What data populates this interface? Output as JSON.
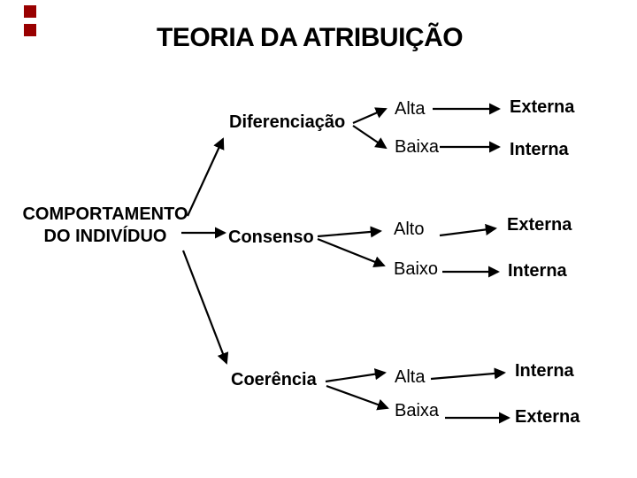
{
  "slide": {
    "title": "TEORIA DA ATRIBUIÇÃO",
    "root_line1": "COMPORTAMENTO",
    "root_line2": "DO INDIVÍDUO",
    "branches": [
      {
        "label": "Diferenciação",
        "levels": [
          {
            "value": "Alta",
            "attribution": "Externa"
          },
          {
            "value": "Baixa",
            "attribution": "Interna"
          }
        ]
      },
      {
        "label": "Consenso",
        "levels": [
          {
            "value": "Alto",
            "attribution": "Externa"
          },
          {
            "value": "Baixo",
            "attribution": "Interna"
          }
        ]
      },
      {
        "label": "Coerência",
        "levels": [
          {
            "value": "Alta",
            "attribution": "Interna"
          },
          {
            "value": "Baixa",
            "attribution": "Externa"
          }
        ]
      }
    ],
    "colors": {
      "background": "#ffffff",
      "text": "#000000",
      "arrows": "#000000",
      "decorative_squares": "#990000"
    }
  }
}
